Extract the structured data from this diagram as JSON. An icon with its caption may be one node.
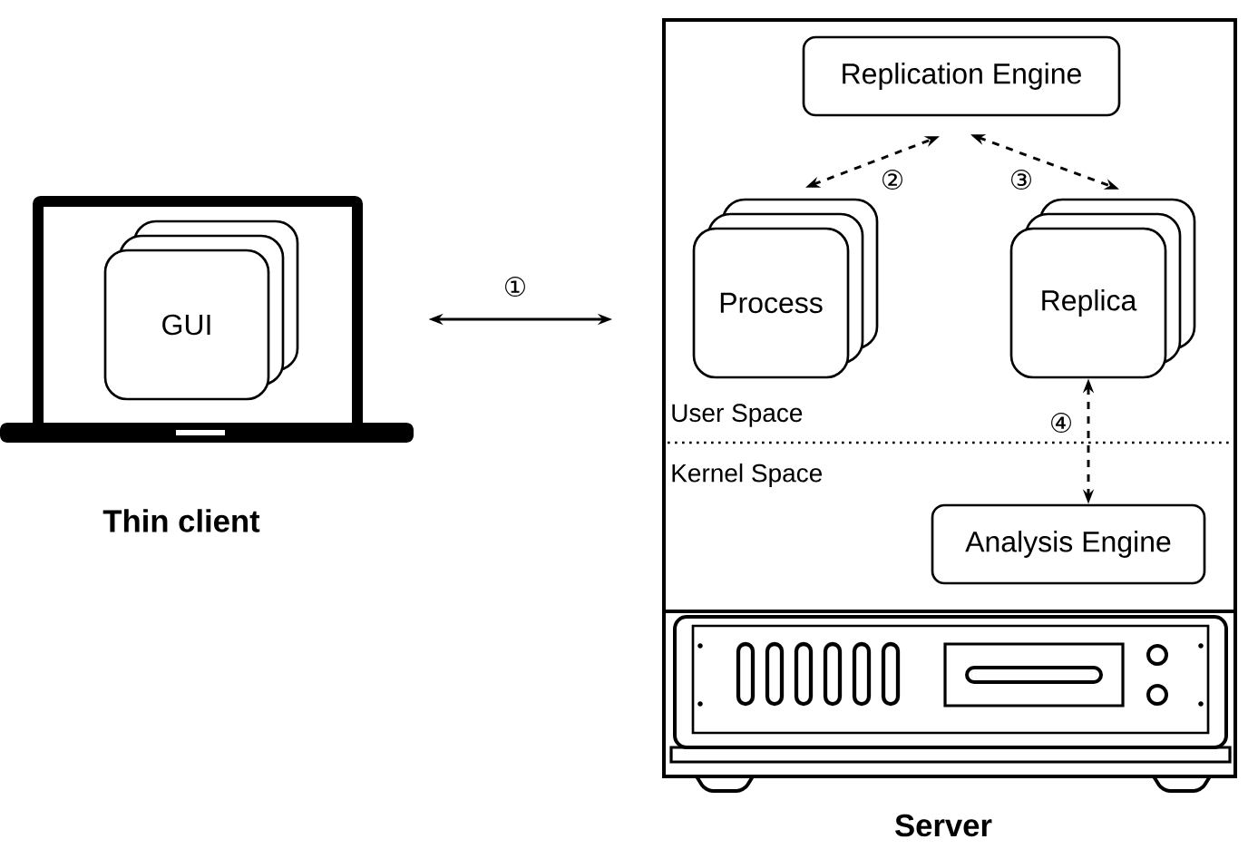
{
  "diagram": {
    "nodes": [
      {
        "text": [],
        "shape": "laptop",
        "beside": [
          "Thin client"
        ]
      },
      {
        "text": [
          "GUI"
        ],
        "in": 0
      },
      {
        "text": [],
        "shape": "server",
        "beside": [
          "Server"
        ]
      },
      {
        "text": [
          "Replication Engine"
        ],
        "in": 2
      },
      {
        "text": [
          "Process"
        ],
        "in": 2
      },
      {
        "text": [
          "Replica"
        ],
        "in": 2
      },
      {
        "text": [
          "Analysis Engine"
        ],
        "in": 2
      }
    ],
    "edges": [
      {
        "from": 0,
        "to": 2,
        "arrow": "both",
        "label": "①"
      },
      {
        "from": 4,
        "to": 3,
        "arrow": "both",
        "style": "dashed",
        "label": "②"
      },
      {
        "from": 3,
        "to": 5,
        "arrow": "both",
        "style": "dashed",
        "label": "③"
      },
      {
        "from": 5,
        "to": 6,
        "arrow": "both",
        "style": "dashed",
        "label": "④"
      }
    ],
    "labels": [
      "User Space",
      "Kernel Space"
    ]
  }
}
